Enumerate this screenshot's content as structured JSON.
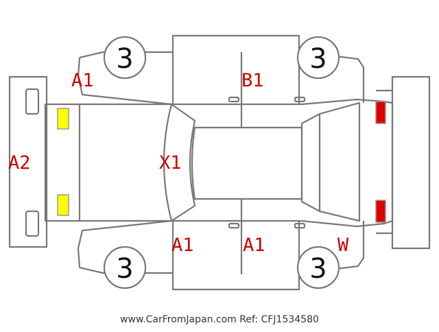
{
  "diagram": {
    "tire_labels": [
      "3",
      "3",
      "3",
      "3"
    ],
    "damage_codes": {
      "front_left_fender": "A1",
      "front_bumper": "A2",
      "roof": "X1",
      "rear_right_door": "B1",
      "left_front_door": "A1",
      "left_rear_door": "A1",
      "left_rear_quarter": "W"
    },
    "colors": {
      "outline": "#777777",
      "code_text": "#cc0000",
      "front_lamp_fill": "#ffff00",
      "rear_lamp_fill": "#dd0000"
    }
  },
  "footer": {
    "watermark": "www.CarFromJapan.com Ref: CFJ1534580"
  }
}
